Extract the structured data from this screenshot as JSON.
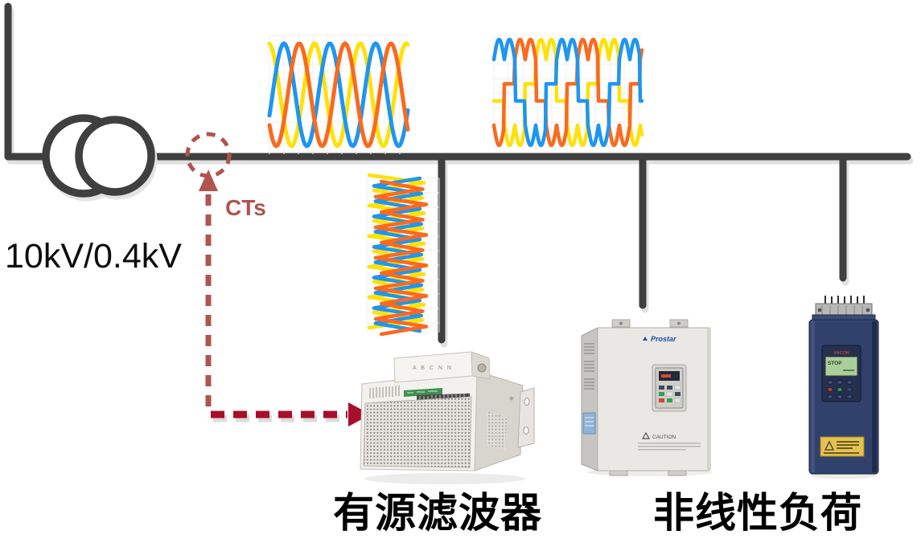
{
  "diagram": {
    "labels": {
      "transformer_ratio": "10kV/0.4kV",
      "cts": "CTs",
      "active_filter": "有源滤波器",
      "nonlinear_load": "非线性负荷"
    },
    "devices": {
      "active_filter": {
        "terminal_marks": "A  B  C  N  N"
      },
      "vfd_light": {
        "brand": "Prostar",
        "caution": "CAUTION"
      },
      "vfd_dark": {
        "brand": "VACON",
        "display": "STOP"
      }
    },
    "colors": {
      "line": "#3f3f3f",
      "line_shadow": "#dedede",
      "ct_accent": "#b0544e",
      "arrow_red": "#a60f2a",
      "phase_blue": "#1e96f0",
      "phase_orange": "#fa6a1e",
      "phase_yellow": "#ffe10a"
    },
    "waveforms": [
      {
        "id": "wave-clean",
        "type": "sine",
        "w": 172,
        "h": 148,
        "period": 57,
        "amp": 64,
        "phase0": -0.066,
        "colors": [
          "#1e96f0",
          "#fa6a1e",
          "#ffe10a"
        ],
        "draw_order": [
          2,
          0,
          1
        ]
      },
      {
        "id": "wave-distorted",
        "type": "six-step",
        "w": 184,
        "h": 142,
        "period": 78,
        "colors": [
          "#1e96f0",
          "#fa6a1e",
          "#ffe10a"
        ],
        "draw_order": [
          2,
          1,
          0
        ]
      },
      {
        "id": "wave-compensation",
        "type": "spike",
        "w": 90,
        "h": 192,
        "step": 9.5,
        "amps": [
          40,
          38,
          36
        ],
        "colors": [
          "#ffe10a",
          "#1e96f0",
          "#fa6a1e"
        ]
      }
    ]
  }
}
